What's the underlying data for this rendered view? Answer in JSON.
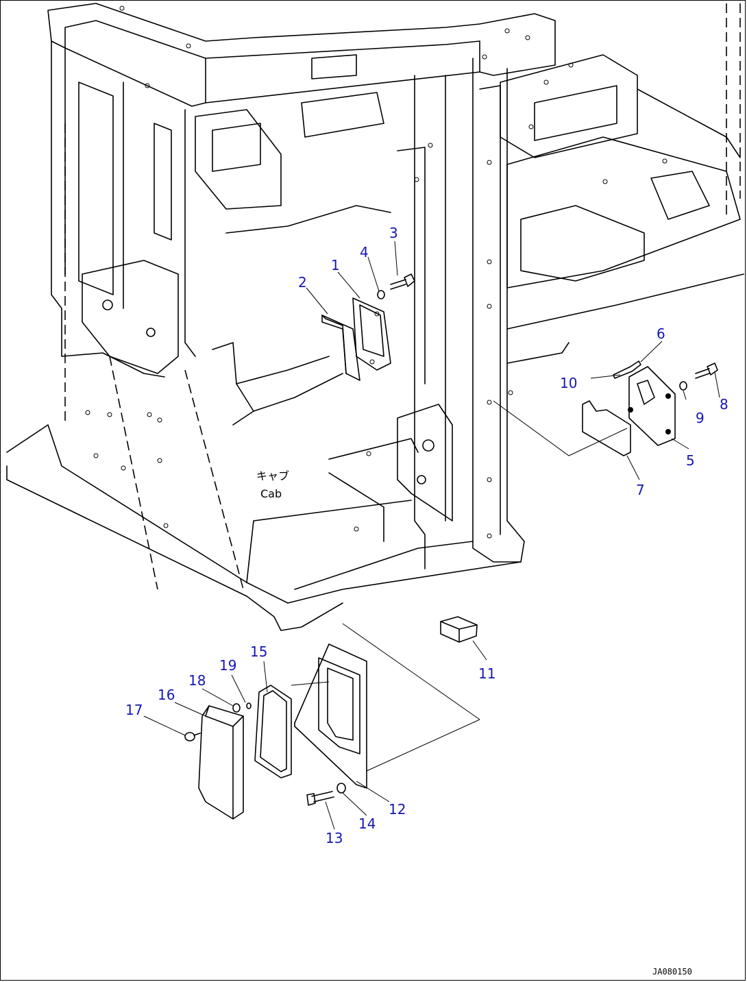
{
  "diagram": {
    "cab_label_jp": "キャブ",
    "cab_label_en": "Cab",
    "drawing_code": "JA080150",
    "callout_color": "#1515b5",
    "callouts": [
      "1",
      "2",
      "3",
      "4",
      "5",
      "6",
      "7",
      "8",
      "9",
      "10",
      "11",
      "12",
      "13",
      "14",
      "15",
      "16",
      "17",
      "18",
      "19"
    ]
  }
}
